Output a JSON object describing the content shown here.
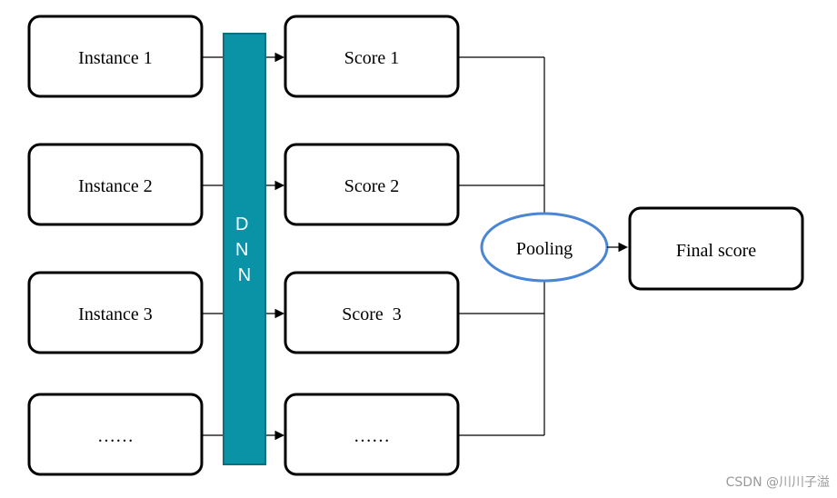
{
  "diagram": {
    "instances": [
      "Instance 1",
      "Instance 2",
      "Instance 3",
      "……"
    ],
    "dnn_label": "DNN",
    "scores": [
      "Score 1",
      "Score 2",
      "Score  3",
      "……"
    ],
    "pooling_label": "Pooling",
    "final_label": "Final score",
    "colors": {
      "dnn_fill": "#0a93a6",
      "dnn_stroke": "#0b6f7d",
      "pooling_stroke": "#4a86d4",
      "box_stroke": "#000000"
    }
  },
  "watermark": "CSDN @川川子溢"
}
